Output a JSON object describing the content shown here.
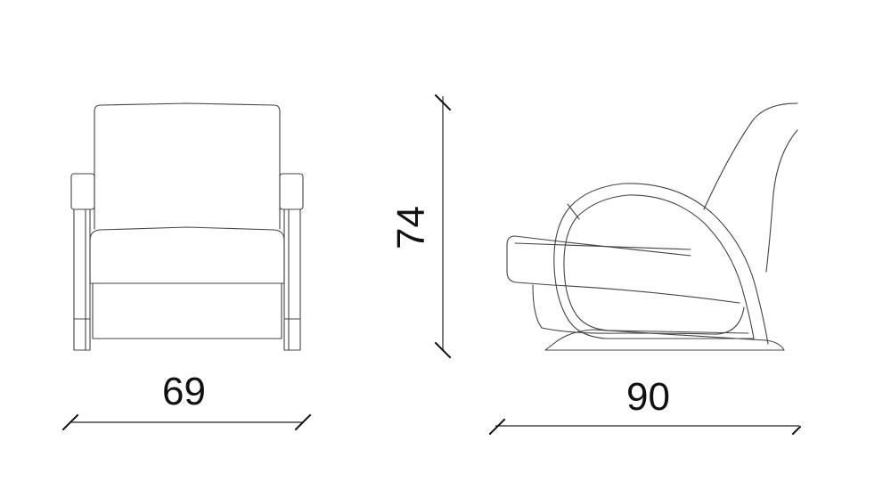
{
  "dimensions": {
    "width": "69",
    "height": "74",
    "depth": "90"
  },
  "colors": {
    "background": "#ffffff",
    "line": "#444444",
    "text": "#111111"
  }
}
